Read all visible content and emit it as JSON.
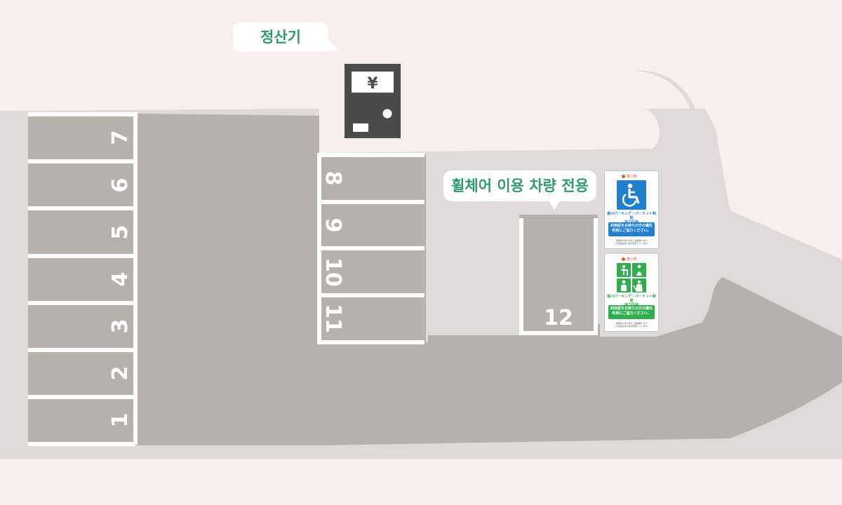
{
  "colors": {
    "background": "#f7eeee",
    "ground": "#dddad9",
    "parking_area": "#b5b1ad",
    "stall_line": "#ffffff",
    "machine": "#4b4b4b",
    "label_text": "#2e9a72",
    "sign_blue": "#1f7fd0",
    "sign_green": "#2fae4e"
  },
  "labels": {
    "cashier": "정산기",
    "wheelchair_only": "휠체어 이용 차량 전용"
  },
  "machine": {
    "symbol": "¥",
    "icon": "pay-station-icon"
  },
  "stalls": {
    "left_column": [
      "7",
      "6",
      "5",
      "4",
      "3",
      "2",
      "1"
    ],
    "middle_column": [
      "8",
      "9",
      "10",
      "11"
    ],
    "accessible": "12"
  },
  "signs": {
    "wheelchair": {
      "icon": "wheelchair-icon",
      "prefecture": "香川県",
      "title": "香川パーキング・パーミット制度\n協力区画",
      "band": "利用証をお持ちの方の優先\n利用にご協力ください。",
      "fine": "使用者以外の方はご遠慮願います\nこの区画は香川県が指定しています。"
    },
    "priority": {
      "icon": "priority-people-icons",
      "prefecture": "香川県",
      "title": "香川パーキング・パーミット制度\n協力区画",
      "band": "利用証をお持ちの方の優先\n利用にご協力ください。",
      "fine": "使用者以外の方はご遠慮願います\nこの区画は香川県が指定しています。"
    }
  }
}
